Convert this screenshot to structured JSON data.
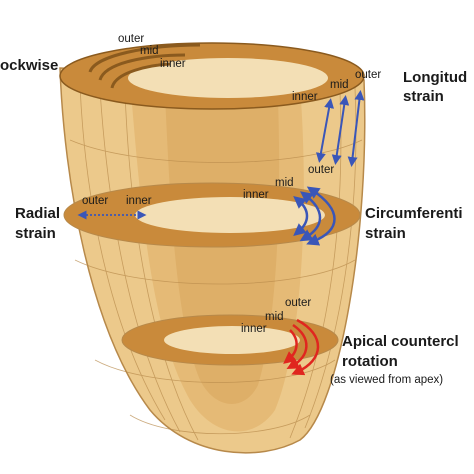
{
  "colors": {
    "shell_fill": "#ecc98b",
    "shell_inner": "#e3b670",
    "cavity": "#d9a55c",
    "ring": "#c98a3b",
    "ring_dark": "#8a5a1e",
    "ring_hole": "#f3dfb5",
    "grid": "#b7894a",
    "blue_arrow": "#3a56b8",
    "red_arrow": "#e0261f",
    "text": "#1a1a1a"
  },
  "labels": {
    "top_outer": "outer",
    "top_mid": "mid",
    "top_inner": "inner",
    "clockwise": "ockwise",
    "longitudinal_line1": "Longitud",
    "longitudinal_line2": "strain",
    "long_inner": "inner",
    "long_mid": "mid",
    "long_outer": "outer",
    "radial_line1": "Radial",
    "radial_line2": "strain",
    "radial_outer": "outer",
    "radial_inner": "inner",
    "circ_mid": "mid",
    "circ_outer": "outer",
    "circ_inner": "inner",
    "circumferential_line1": "Circumferenti",
    "circumferential_line2": "strain",
    "apical_outer": "outer",
    "apical_mid": "mid",
    "apical_inner": "inner",
    "apical_line1": "Apical countercl",
    "apical_line2": "rotation",
    "apical_note": "(as viewed from apex)"
  }
}
